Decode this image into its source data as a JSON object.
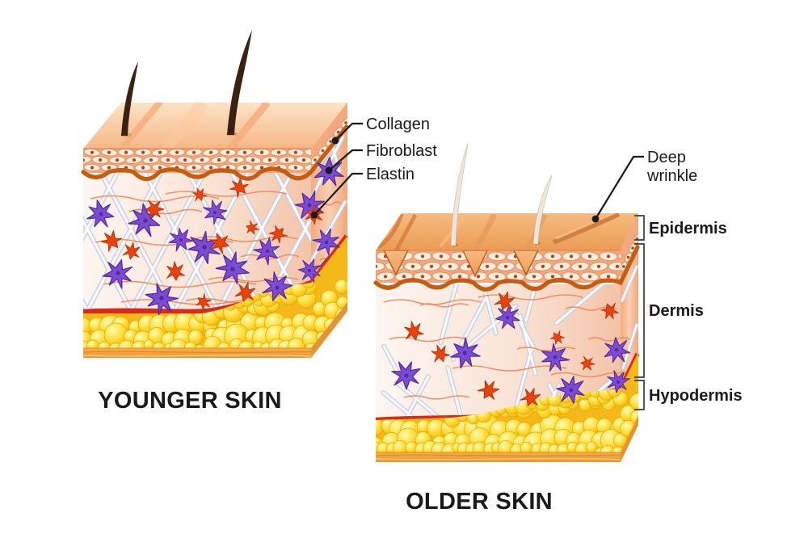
{
  "figure": {
    "panels": [
      {
        "id": "younger",
        "title": "YOUNGER SKIN"
      },
      {
        "id": "older",
        "title": "OLDER SKIN"
      }
    ],
    "callouts": {
      "left": [
        {
          "label": "Collagen"
        },
        {
          "label": "Fibroblast"
        },
        {
          "label": "Elastin"
        }
      ],
      "right": [
        {
          "label": "Deep wrinkle",
          "line1": "Deep",
          "line2": "wrinkle"
        }
      ]
    },
    "layers": [
      {
        "label": "Epidermis"
      },
      {
        "label": "Dermis"
      },
      {
        "label": "Hypodermis"
      }
    ],
    "colors": {
      "background": "#ffffff",
      "epidermis": "#F5A77D",
      "cell_fill": "#FBEEDF",
      "cell_stroke": "#DE8A5A",
      "cell_nucleus": "#BE3C16",
      "basement": "#C45C12",
      "collagen_fiber": "#F7F9FC",
      "fiber_shadow": "#C7CFDF",
      "elastin_thread": "#F08B58",
      "fibroblast": "#7B4BD4",
      "fibroblast_dark": "#58299F",
      "elastin": "#E8430E",
      "vessel_red": "#D82A18",
      "vessel_blue": "#2A55C0",
      "fat_base": "#F4B818",
      "bottom_band": "#F2A23B",
      "hair_young": "#3A2213",
      "hair_old": "#EFE6DB",
      "label": "#1a1a1a"
    }
  }
}
